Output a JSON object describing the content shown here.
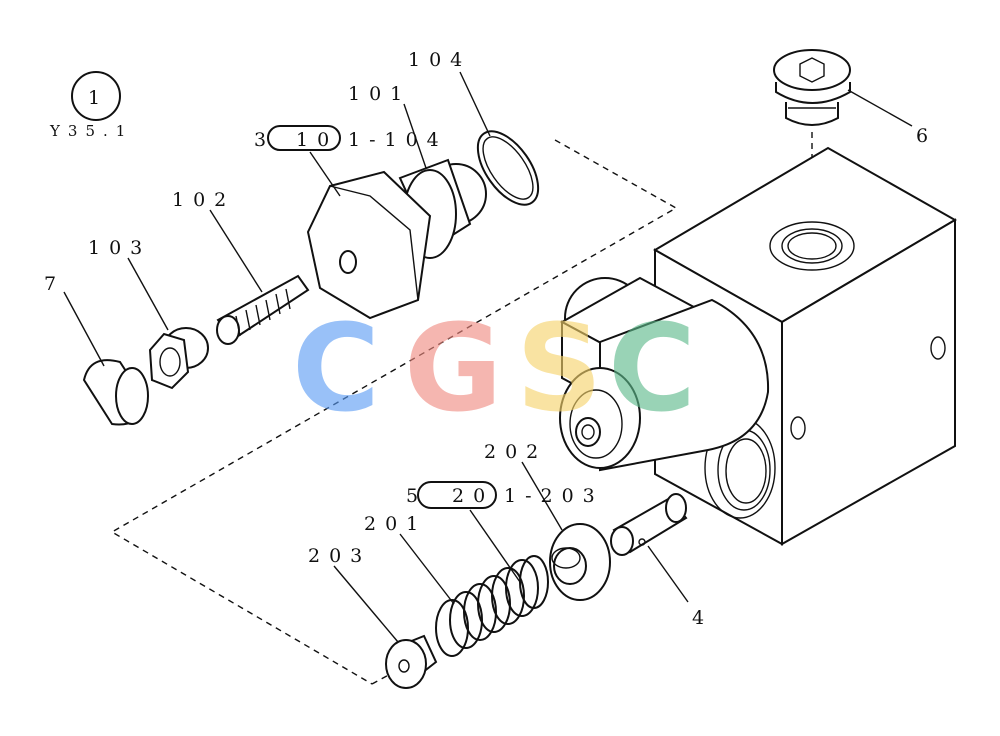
{
  "sheet": {
    "ref_number": "1",
    "ref_code": "Y35.1"
  },
  "labels": {
    "l104": "104",
    "l101": "101",
    "l3_prefix": "3",
    "l3_mid": "10",
    "l3_suffix": "1-104",
    "l6": "6",
    "l102": "102",
    "l103": "103",
    "l7": "7",
    "l202": "202",
    "l5_prefix": "5",
    "l5_mid": "20",
    "l5_suffix": "1-203",
    "l201": "201",
    "l203": "203",
    "l4": "4"
  },
  "watermark": {
    "letters": [
      "C",
      "G",
      "S",
      "C"
    ],
    "colors": [
      "#5b9cf5",
      "#f08a80",
      "#f6d36a",
      "#5cb98a"
    ]
  }
}
